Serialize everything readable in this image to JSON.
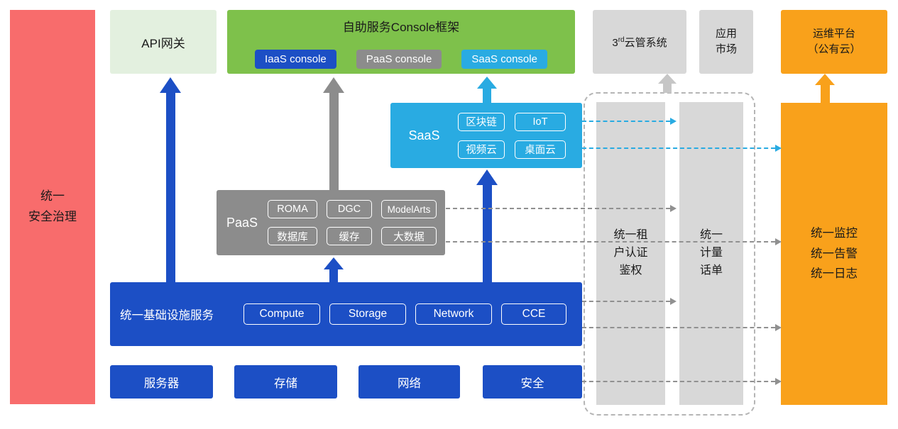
{
  "security": {
    "label": "统一\n安全治理"
  },
  "api_gateway": {
    "label": "API网关"
  },
  "console": {
    "title": "自助服务Console框架",
    "items": [
      "IaaS console",
      "PaaS console",
      "SaaS console"
    ]
  },
  "third_party": {
    "prefix": "3",
    "sup": "rd",
    "suffix": "云管系统"
  },
  "app_market": {
    "label": "应用\n市场"
  },
  "ops_platform": {
    "label": "运维平台\n（公有云）"
  },
  "saas": {
    "label": "SaaS",
    "items": [
      "区块链",
      "IoT",
      "视频云",
      "桌面云"
    ]
  },
  "paas": {
    "label": "PaaS",
    "items": [
      "ROMA",
      "DGC",
      "ModelArts",
      "数据库",
      "缓存",
      "大数据"
    ]
  },
  "infra": {
    "label": "统一基础设施服务",
    "items": [
      "Compute",
      "Storage",
      "Network",
      "CCE"
    ]
  },
  "hardware": {
    "items": [
      "服务器",
      "存储",
      "网络",
      "安全"
    ]
  },
  "tenant_auth": {
    "label": "统一租\n户认证\n鉴权"
  },
  "metering": {
    "label": "统一\n计量\n话单"
  },
  "monitoring": {
    "label": "统一监控\n统一告警\n统一日志"
  },
  "colors": {
    "blue": "#1C4FC5",
    "cyan": "#29ABE2",
    "green": "#7EC14B",
    "light_green": "#E3F0DF",
    "gray": "#8C8C8C",
    "light_gray": "#D8D8D8",
    "red": "#F86C6C",
    "orange": "#F9A11B"
  }
}
